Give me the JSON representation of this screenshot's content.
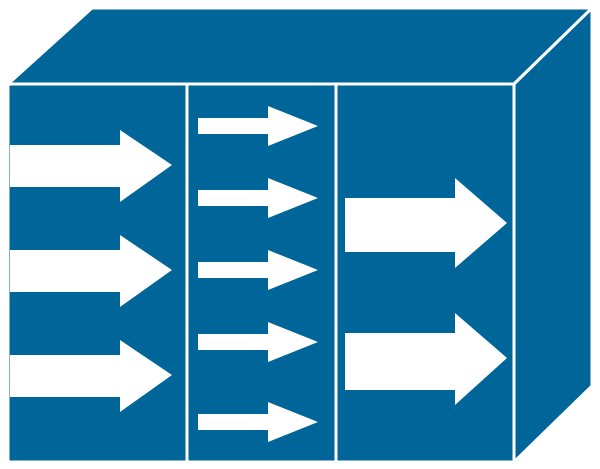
{
  "icon": {
    "name": "box-with-flow-arrows-icon",
    "colors": {
      "face": "#006699",
      "stroke": "#ffffff",
      "arrow": "#ffffff"
    },
    "columns": [
      {
        "name": "left",
        "arrow_count": 3,
        "arrow_size": "large"
      },
      {
        "name": "middle",
        "arrow_count": 5,
        "arrow_size": "small"
      },
      {
        "name": "right",
        "arrow_count": 2,
        "arrow_size": "large"
      }
    ]
  }
}
